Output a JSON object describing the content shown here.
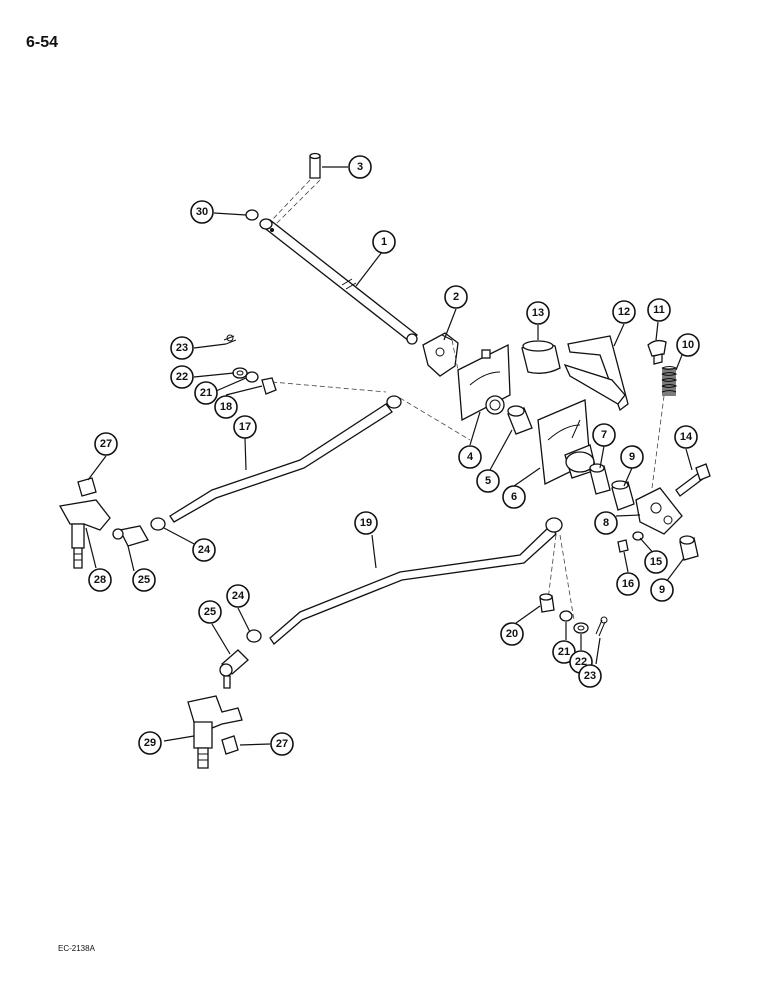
{
  "page": {
    "number": "6-54",
    "figure_code": "EC-2138A"
  },
  "callouts": [
    {
      "id": "c1",
      "label": "1"
    },
    {
      "id": "c2",
      "label": "2"
    },
    {
      "id": "c3",
      "label": "3"
    },
    {
      "id": "c4",
      "label": "4"
    },
    {
      "id": "c5",
      "label": "5"
    },
    {
      "id": "c6",
      "label": "6"
    },
    {
      "id": "c7",
      "label": "7"
    },
    {
      "id": "c8",
      "label": "8"
    },
    {
      "id": "c9a",
      "label": "9"
    },
    {
      "id": "c9b",
      "label": "9"
    },
    {
      "id": "c10",
      "label": "10"
    },
    {
      "id": "c11",
      "label": "11"
    },
    {
      "id": "c12",
      "label": "12"
    },
    {
      "id": "c13",
      "label": "13"
    },
    {
      "id": "c14",
      "label": "14"
    },
    {
      "id": "c15",
      "label": "15"
    },
    {
      "id": "c16",
      "label": "16"
    },
    {
      "id": "c17",
      "label": "17"
    },
    {
      "id": "c18",
      "label": "18"
    },
    {
      "id": "c19",
      "label": "19"
    },
    {
      "id": "c20",
      "label": "20"
    },
    {
      "id": "c21a",
      "label": "21"
    },
    {
      "id": "c21b",
      "label": "21"
    },
    {
      "id": "c22a",
      "label": "22"
    },
    {
      "id": "c22b",
      "label": "22"
    },
    {
      "id": "c23a",
      "label": "23"
    },
    {
      "id": "c23b",
      "label": "23"
    },
    {
      "id": "c24a",
      "label": "24"
    },
    {
      "id": "c24b",
      "label": "24"
    },
    {
      "id": "c25a",
      "label": "25"
    },
    {
      "id": "c25b",
      "label": "25"
    },
    {
      "id": "c27a",
      "label": "27"
    },
    {
      "id": "c27b",
      "label": "27"
    },
    {
      "id": "c28",
      "label": "28"
    },
    {
      "id": "c29",
      "label": "29"
    },
    {
      "id": "c30",
      "label": "30"
    }
  ]
}
